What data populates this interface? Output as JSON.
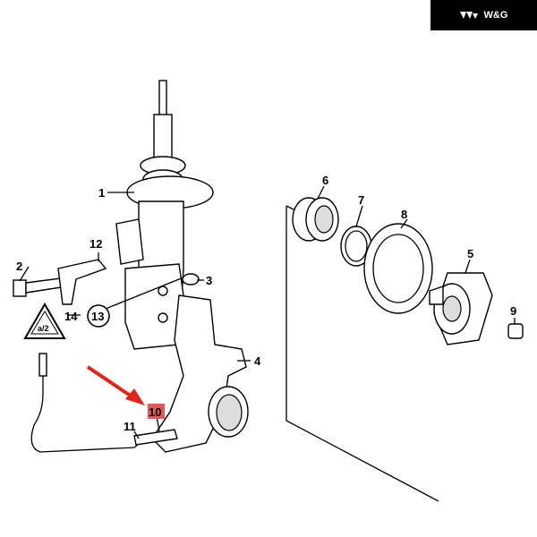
{
  "brand": {
    "name": "W&G"
  },
  "callouts": {
    "c1": "1",
    "c2": "2",
    "c3": "3",
    "c4": "4",
    "c5": "5",
    "c6": "6",
    "c7": "7",
    "c8": "8",
    "c9": "9",
    "c10": "10",
    "c11": "11",
    "c12": "12",
    "c13": "13",
    "c14": "14"
  },
  "highlight_color": "#e05a5a",
  "arrow_color": "#e0251b"
}
